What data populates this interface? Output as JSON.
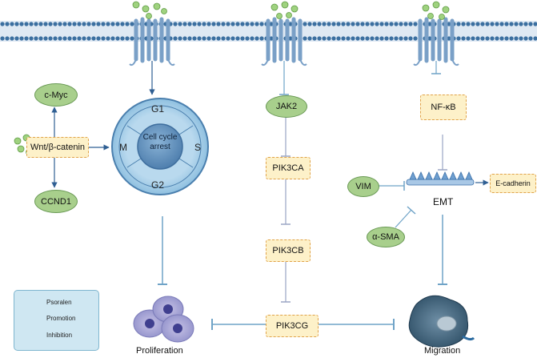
{
  "nodes": {
    "cmyc": "c-Myc",
    "wnt": "Wnt/β-catenin",
    "ccnd1": "CCND1",
    "jak2": "JAK2",
    "pik3ca": "PIK3CA",
    "pik3cb": "PIK3CB",
    "pik3cg": "PIK3CG",
    "nfkb": "NF-κB",
    "vim": "VIM",
    "asma": "α-SMA",
    "ecadherin": "E-cadherin",
    "emt": "EMT"
  },
  "cell_cycle": {
    "g1": "G1",
    "s": "S",
    "g2": "G2",
    "m": "M",
    "center": "Cell cycle arrest"
  },
  "outcomes": {
    "proliferation": "Proliferation",
    "migration": "Migration"
  },
  "legend": {
    "psoralen": "Psoralen",
    "promotion": "Promotion",
    "inhibition": "Inhibition"
  },
  "colors": {
    "membrane": "#3b6fa0",
    "arrow": "#3a6fa8",
    "inhibit": "#6fa3c7",
    "oval_fill": "#a8cf8c",
    "box_fill": "#fdf1c9",
    "box_border": "#e0a24a"
  }
}
